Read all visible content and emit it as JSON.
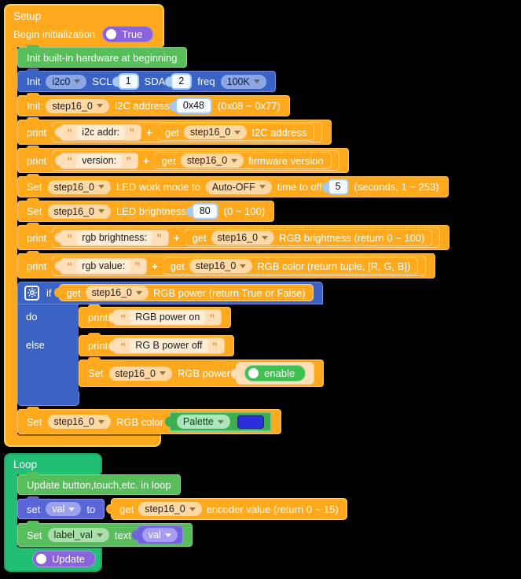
{
  "symbols": {
    "open_quote": "“",
    "close_quote": "”",
    "plus": "+"
  },
  "colors": {
    "orange": "#FFA91F",
    "orangeB": "#FFD24A",
    "orangeB2": "#FFC45E",
    "orangeB3": "#FFD391",
    "cream": "#FFDFB8",
    "creamL": "#FFEDD6",
    "creamdd": "#FFD8A4",
    "quote": "#DE9537",
    "lblue": "#A4CBF2",
    "lblueIn": "#F7FBFF",
    "green": "#58BE5C",
    "greenB": "#8AD28D",
    "greendd": "#A8DFAA",
    "blue": "#3B63C6",
    "blueB": "#6F8DDB",
    "bluedd": "#8CA5E3",
    "teal": "#21BF74",
    "tealB": "#1AA765",
    "purple": "#8A63DC",
    "purpleB": "#AB90E9",
    "indigo": "#5A66D8",
    "indigoB": "#8A94E8",
    "indigodd": "#9BA3EE",
    "violet": "#7163DF",
    "violetB": "#978CEA",
    "violetdd": "#A79DF1",
    "egreen": "#3EC151",
    "egreenB": "#85DE95",
    "pgreen": "#3FAE4E",
    "pgreenB": "#7CCD8C",
    "pgreendd": "#ACE6BD",
    "swatch": "#2B2FD9",
    "bg": "#000000",
    "text": "#FFFFFF"
  },
  "setup": {
    "title": "Setup",
    "begin_label": "Begin initialization",
    "begin_value": "True",
    "hw_init_label": "Init built-in hardware at beginning",
    "i2c_init": {
      "kw": "Init",
      "bus": "i2c0",
      "scl_label": "SCL",
      "scl_value": "1",
      "sda_label": "SDA",
      "sda_value": "2",
      "freq_label": "freq",
      "freq_value": "100K"
    },
    "device_init": {
      "kw": "Init",
      "device": "step16_0",
      "addr_label": "I2C address",
      "addr_value": "0x48",
      "range_hint": "(0x08 ~ 0x77)"
    },
    "print_i2c_addr": {
      "kw": "print",
      "string": "i2c addr:",
      "get_kw": "get",
      "device": "step16_0",
      "prop": "I2C address"
    },
    "print_version": {
      "kw": "print",
      "string": "version:",
      "get_kw": "get",
      "device": "step16_0",
      "prop": "firmware version"
    },
    "set_work_mode": {
      "kw": "Set",
      "device": "step16_0",
      "label": "LED work mode to",
      "mode": "Auto-OFF",
      "time_label": "time to off",
      "time_value": "5",
      "hint": "(seconds, 1 ~ 253)"
    },
    "set_brightness": {
      "kw": "Set",
      "device": "step16_0",
      "label": "LED brightness",
      "value": "80",
      "hint": "(0 ~ 100)"
    },
    "print_rgb_brightness": {
      "kw": "print",
      "string": "rgb brightness:",
      "get_kw": "get",
      "device": "step16_0",
      "prop": "RGB brightness (return 0 ~ 100)"
    },
    "print_rgb_value": {
      "kw": "print",
      "string": "rgb value:",
      "get_kw": "get",
      "device": "step16_0",
      "prop": "RGB color (return tuple, [R, G, B])"
    },
    "if_block": {
      "if_kw": "if",
      "do_kw": "do",
      "else_kw": "else",
      "condition": {
        "get_kw": "get",
        "device": "step16_0",
        "prop": "RGB power (return True or False)"
      },
      "print_on": {
        "kw": "print",
        "string": "RGB power on"
      },
      "print_off": {
        "kw": "print",
        "string": "RG B power off"
      },
      "set_power": {
        "kw": "Set",
        "device": "step16_0",
        "label": "RGB power",
        "toggle": "enable"
      }
    },
    "set_rgb_color": {
      "kw": "Set",
      "device": "step16_0",
      "label": "RGB color",
      "palette": "Palette",
      "swatch_color": "#2B2FD9"
    }
  },
  "loop": {
    "title": "Loop",
    "update_hw_label": "Update button,touch,etc. in loop",
    "set_val": {
      "kw": "set",
      "var": "val",
      "to_label": "to",
      "get_kw": "get",
      "device": "step16_0",
      "prop": "encoder value (return 0 ~ 15)"
    },
    "set_label_text": {
      "kw": "Set",
      "var": "label_val",
      "text_label": "text",
      "value_var": "val"
    },
    "update_toggle": "Update"
  }
}
